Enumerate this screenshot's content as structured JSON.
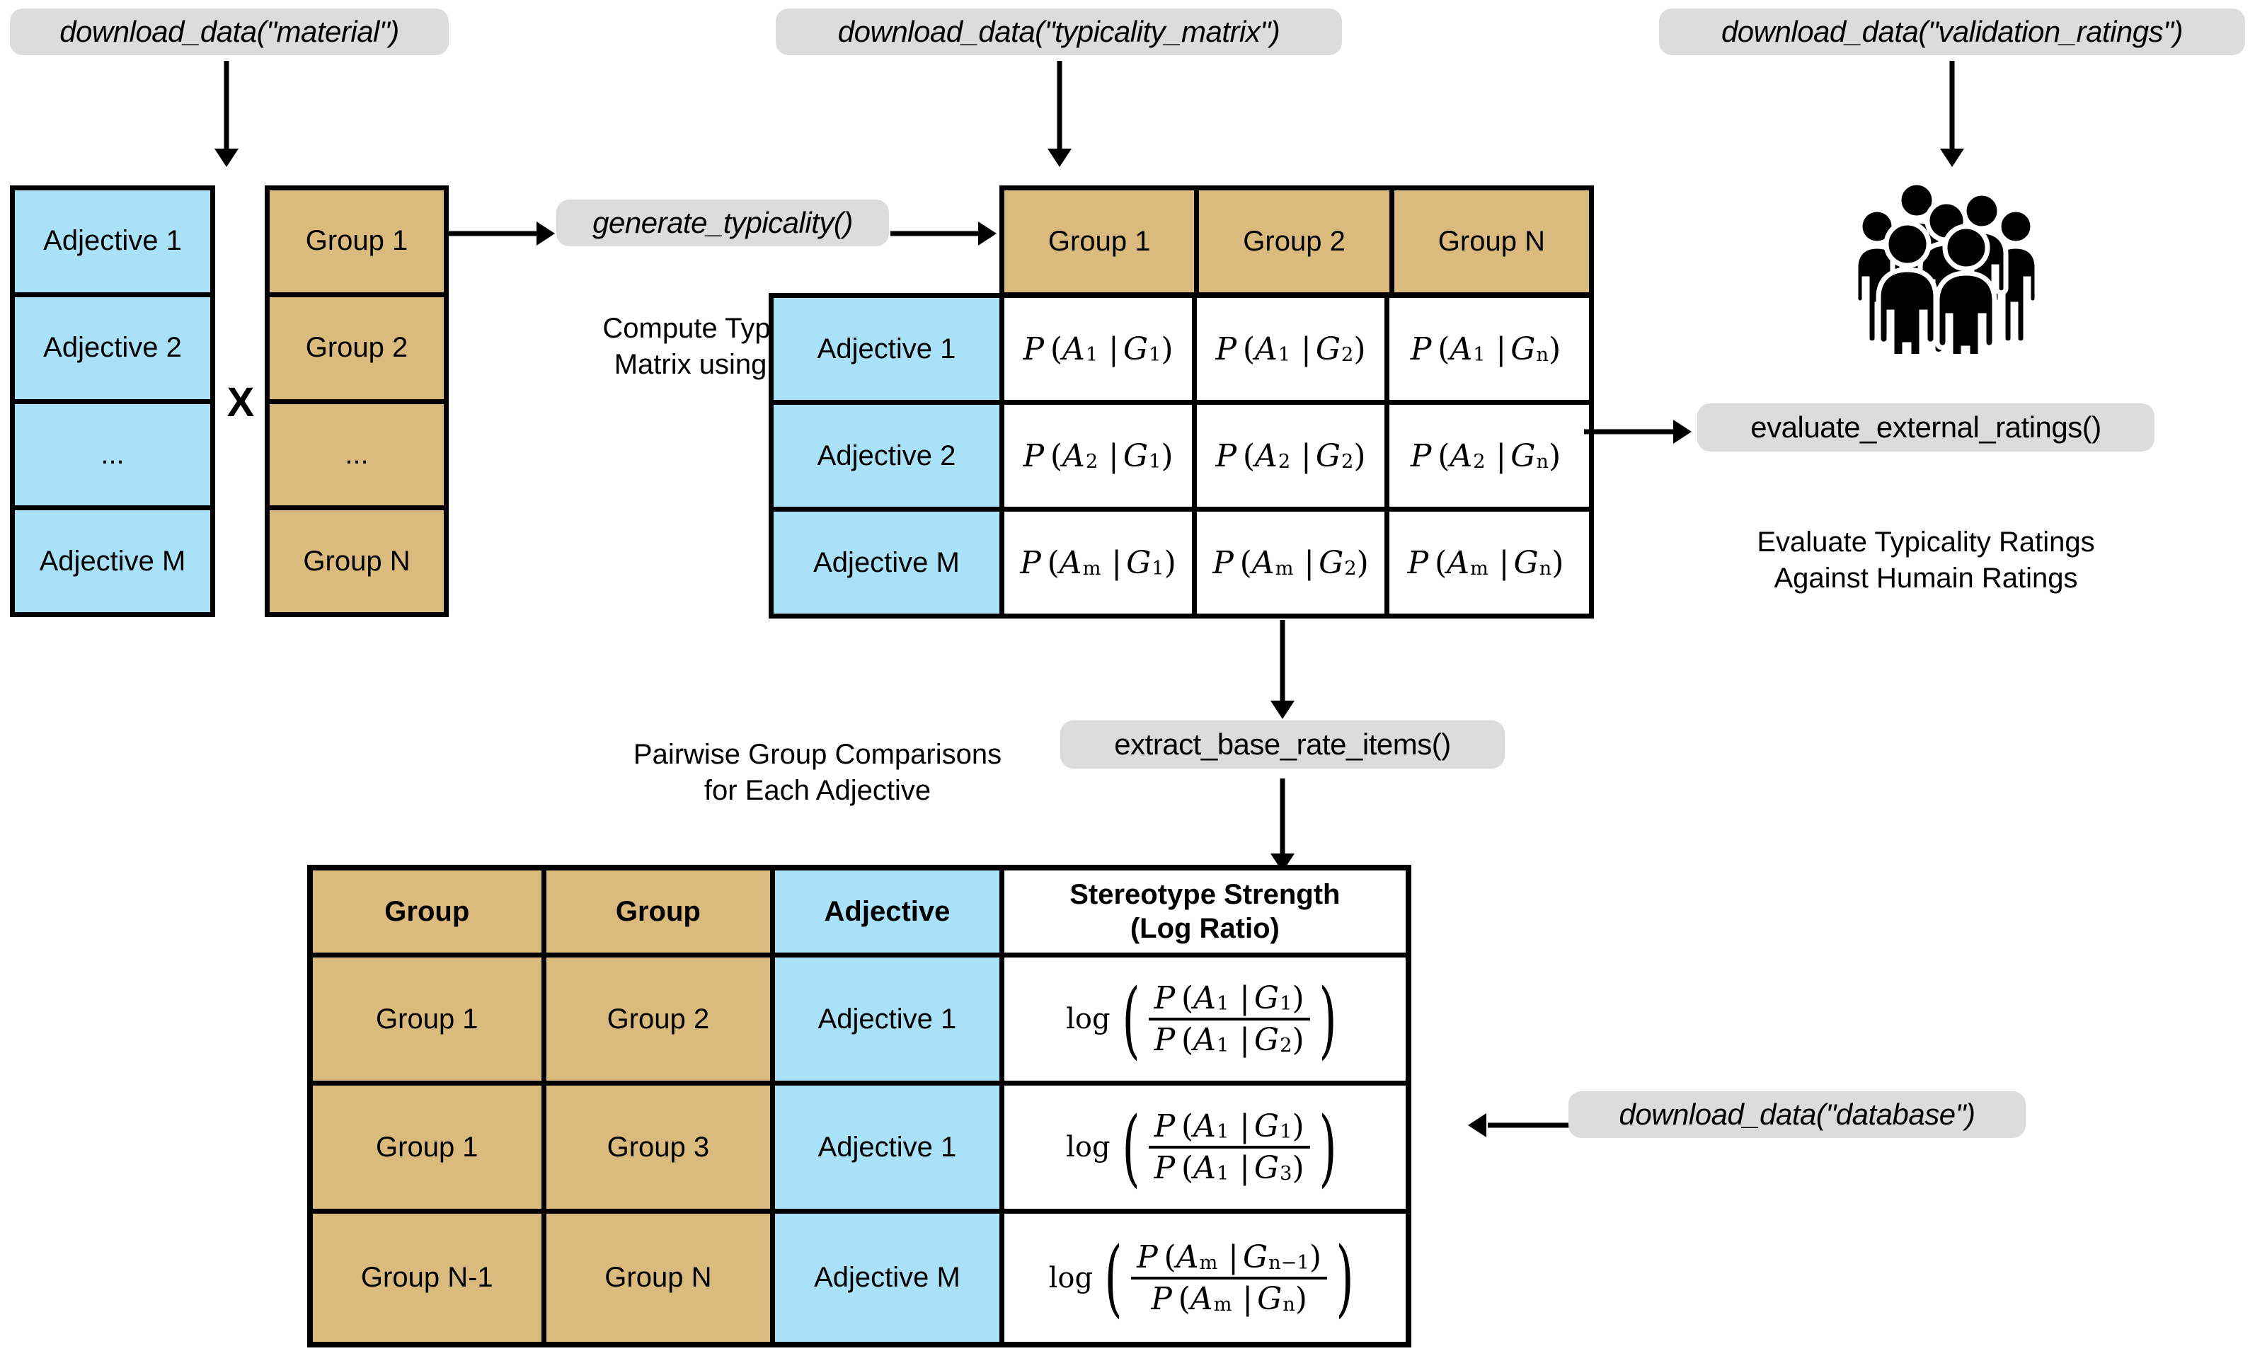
{
  "nodes": {
    "download_material": "download_data(\"material\")",
    "download_typicality_matrix": "download_data(\"typicality_matrix\")",
    "download_validation_ratings": "download_data(\"validation_ratings\")",
    "download_database": "download_data(\"database\")",
    "generate_typicality": "generate_typicality()",
    "evaluate_external_ratings": "evaluate_external_ratings()",
    "extract_base_rate_items": "extract_base_rate_items()"
  },
  "captions": {
    "compute_typicality": "Compute Typicality\nMatrix using LLM",
    "evaluate_ratings": "Evaluate Typicality Ratings\nAgainst Humain Ratings",
    "pairwise": "Pairwise Group Comparisons\nfor Each Adjective"
  },
  "adjective_column": {
    "items": [
      "Adjective 1",
      "Adjective 2",
      "...",
      "Adjective M"
    ]
  },
  "group_column": {
    "items": [
      "Group 1",
      "Group 2",
      "...",
      "Group N"
    ]
  },
  "operator": "X",
  "typicality_matrix": {
    "column_headers": [
      "Group 1",
      "Group 2",
      "Group N"
    ],
    "row_headers": [
      "Adjective 1",
      "Adjective 2",
      "Adjective M"
    ],
    "cells": [
      [
        {
          "a": "A",
          "asub": "1",
          "g": "G",
          "gsub": "1"
        },
        {
          "a": "A",
          "asub": "1",
          "g": "G",
          "gsub": "2"
        },
        {
          "a": "A",
          "asub": "1",
          "g": "G",
          "gsub": "n"
        }
      ],
      [
        {
          "a": "A",
          "asub": "2",
          "g": "G",
          "gsub": "1"
        },
        {
          "a": "A",
          "asub": "2",
          "g": "G",
          "gsub": "2"
        },
        {
          "a": "A",
          "asub": "2",
          "g": "G",
          "gsub": "n"
        }
      ],
      [
        {
          "a": "A",
          "asub": "m",
          "g": "G",
          "gsub": "1"
        },
        {
          "a": "A",
          "asub": "m",
          "g": "G",
          "gsub": "2"
        },
        {
          "a": "A",
          "asub": "m",
          "g": "G",
          "gsub": "n"
        }
      ]
    ]
  },
  "results_table": {
    "headers": [
      "Group",
      "Group",
      "Adjective",
      "Stereotype Strength\n(Log Ratio)"
    ],
    "rows": [
      {
        "group_a": "Group 1",
        "group_b": "Group 2",
        "adjective": "Adjective 1",
        "formula": {
          "log": "log",
          "num_a": "A",
          "num_asub": "1",
          "num_g": "G",
          "num_gsub": "1",
          "den_a": "A",
          "den_asub": "1",
          "den_g": "G",
          "den_gsub": "2"
        }
      },
      {
        "group_a": "Group 1",
        "group_b": "Group 3",
        "adjective": "Adjective 1",
        "formula": {
          "log": "log",
          "num_a": "A",
          "num_asub": "1",
          "num_g": "G",
          "num_gsub": "1",
          "den_a": "A",
          "den_asub": "1",
          "den_g": "G",
          "den_gsub": "3"
        }
      },
      {
        "group_a": "Group N-1",
        "group_b": "Group N",
        "adjective": "Adjective M",
        "formula": {
          "log": "log",
          "num_a": "A",
          "num_asub": "m",
          "num_g": "G",
          "num_gsub": "n−1",
          "den_a": "A",
          "den_asub": "m",
          "den_g": "G",
          "den_gsub": "n"
        }
      }
    ]
  },
  "icons": {
    "crowd": "people-group-icon"
  },
  "colors": {
    "adjective_blue": "#a9e2f8",
    "group_tan": "#dbba7d",
    "pill_grey": "#dcdcdc",
    "stroke": "#000000",
    "background": "#ffffff"
  }
}
